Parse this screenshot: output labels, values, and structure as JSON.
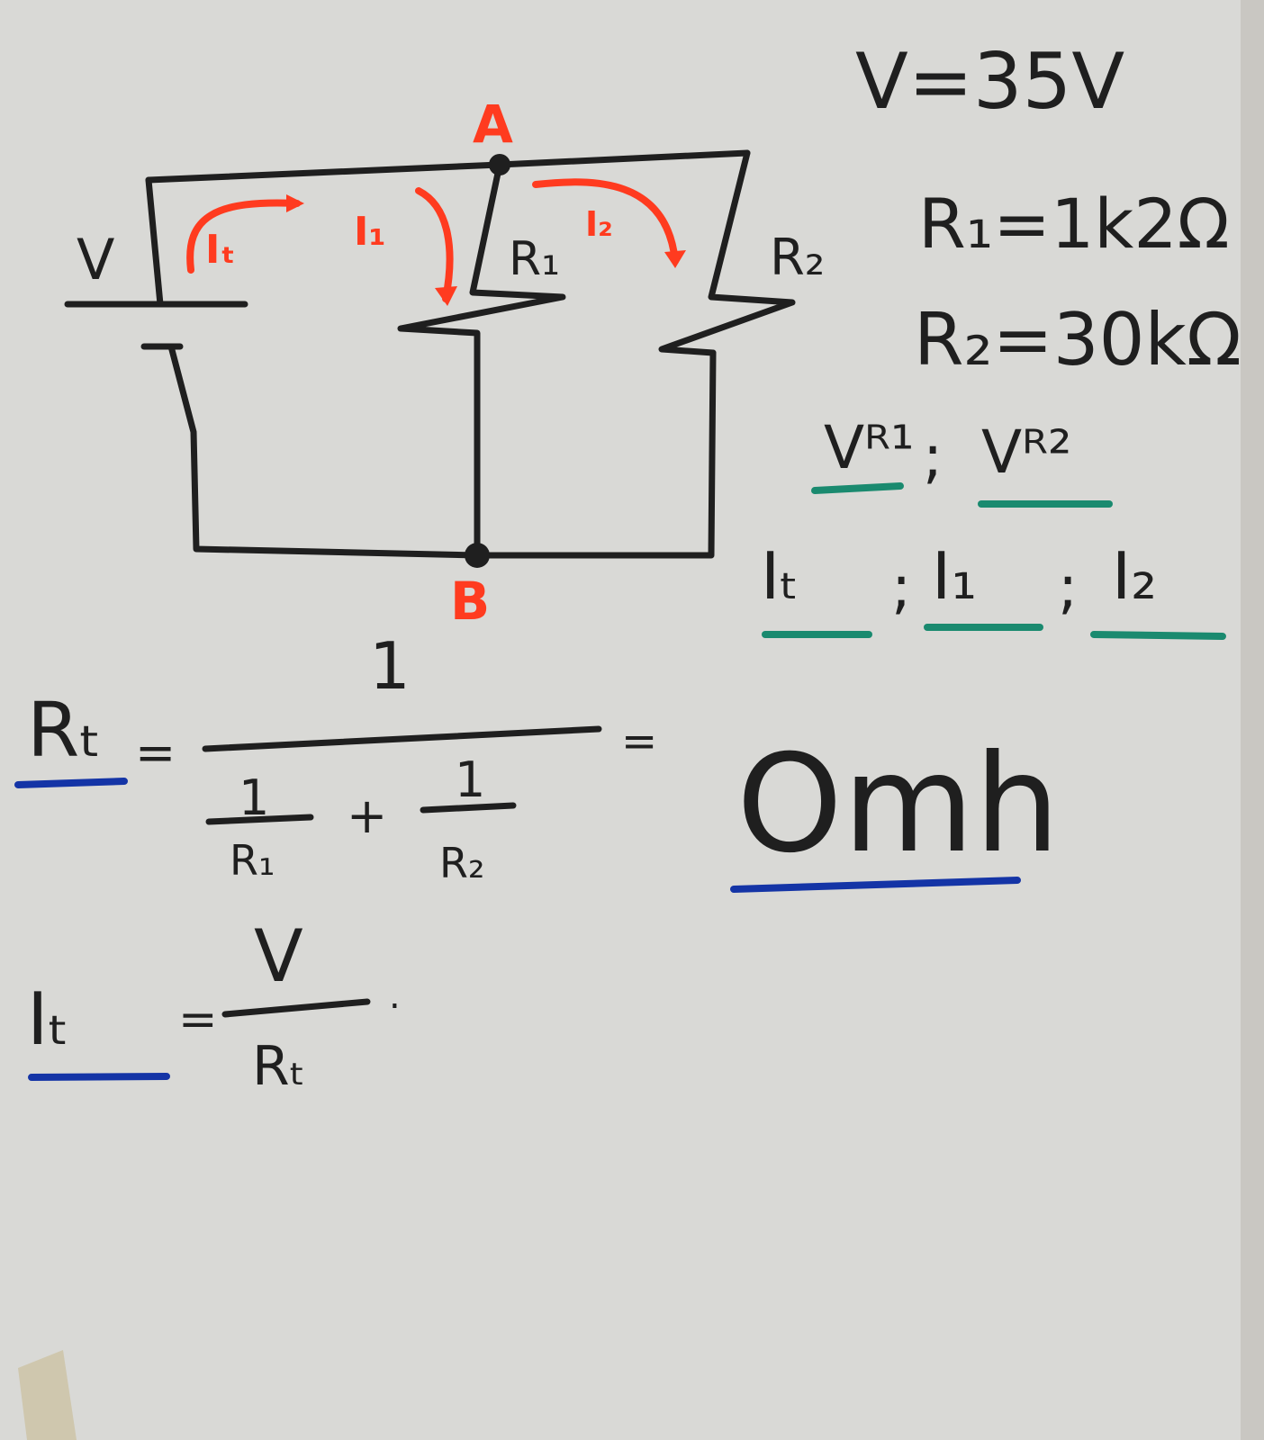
{
  "board": {
    "background": "#d9d9d6",
    "ink_color": "#1f1f1f",
    "red_color": "#ff3b1f",
    "green_color": "#1a8a6f",
    "blue_color": "#1434a6"
  },
  "circuit": {
    "source_label": "V",
    "node_a": "A",
    "node_b": "B",
    "r1_label": "R₁",
    "r2_label": "R₂",
    "current_total": "Iₜ",
    "current_1": "I₁",
    "current_2": "I₂"
  },
  "givens": {
    "v": "V=35V",
    "r1": "R₁=1k2Ω",
    "r2": "R₂=30kΩ"
  },
  "unknowns": {
    "vr1": "Vᴿ¹",
    "vr2": "Vᴿ²",
    "sep": ";",
    "it": "Iₜ",
    "i1": "I₁",
    "i2": "I₂"
  },
  "formula_rt": {
    "lhs": "Rₜ",
    "eq": "=",
    "numerator": "1",
    "den_num_1": "1",
    "den_den_1": "R₁",
    "plus": "+",
    "den_num_2": "1",
    "den_den_2": "R₂",
    "trailing_eq": "="
  },
  "formula_it": {
    "lhs": "Iₜ",
    "eq": "=",
    "numerator": "V",
    "denominator": "Rₜ",
    "trailing": "."
  },
  "note": "Omh"
}
